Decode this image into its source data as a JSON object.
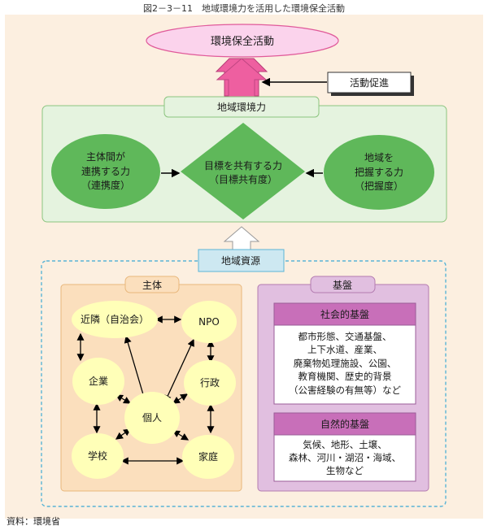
{
  "figure_title": "図2－3－11　地域環境力を活用した環境保全活動",
  "source": "資料：環境省",
  "goal": "環境保全活動",
  "promotion": "活動促進",
  "regional_power": {
    "title": "地域環境力",
    "left": [
      "主体間が",
      "連携する力",
      "（連携度）"
    ],
    "center": [
      "目標を共有する力",
      "（目標共有度）"
    ],
    "right": [
      "地域を",
      "把握する力",
      "（把握度）"
    ]
  },
  "resources": {
    "title": "地域資源",
    "actors": {
      "title": "主体",
      "neighborhood": "近隣（自治会）",
      "npo": "NPO",
      "company": "企業",
      "administration": "行政",
      "individual": "個人",
      "school": "学校",
      "family": "家庭"
    },
    "foundation": {
      "title": "基盤",
      "social": {
        "title": "社会的基盤",
        "lines": [
          "都市形態、交通基盤、",
          "上下水道、産業、",
          "廃棄物処理施設、公園、",
          "教育機関、歴史的背景",
          "（公害経験の有無等）など"
        ]
      },
      "natural": {
        "title": "自然的基盤",
        "lines": [
          "気候、地形、土壌、",
          "森林、河川・湖沼・海域、",
          "生物など"
        ]
      }
    }
  },
  "colors": {
    "panel": "#fcefe0",
    "goal_fill": "#fbd3ec",
    "goal_stroke": "#e05a9a",
    "up_arrow": "#ee5fa0",
    "green_box": "#e5f3df",
    "green_shape": "#5fb85a",
    "dash_border": "#5ab4d6",
    "resource_label": "#cde8f1",
    "actors_box": "#fbdfbd",
    "actor_fill": "#ffffb8",
    "foundation_box": "#e1bfe0",
    "foundation_header": "#c86fb9"
  }
}
